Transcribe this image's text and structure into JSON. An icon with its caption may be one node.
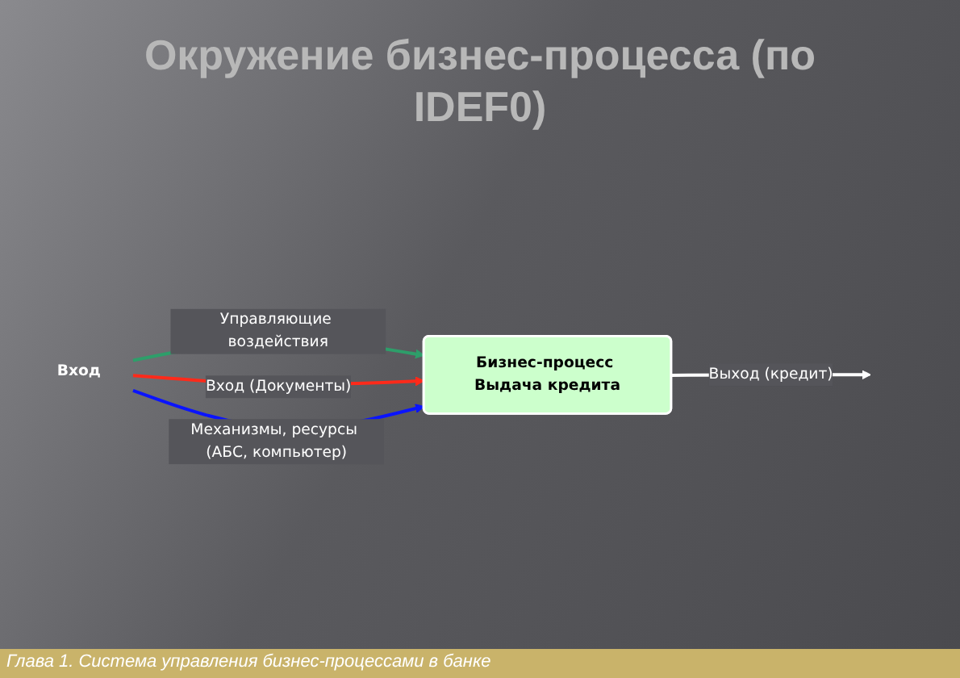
{
  "diagram": {
    "title": "Окружение бизнес-процесса (по IDEF0)",
    "caption": "Глава 1. Система управления бизнес-процессами в банке",
    "nodes": [
      {
        "text": [
          "Вход"
        ]
      },
      {
        "text": [
          "Бизнес-процесс Выдача кредита"
        ]
      }
    ],
    "edges": [
      {
        "from": 0,
        "to": 1,
        "arrow": "to",
        "label": "Управляющие воздействия",
        "color": "#2e9e6a"
      },
      {
        "from": 0,
        "to": 1,
        "arrow": "to",
        "label": "Вход (Документы)",
        "color": "#ff2a1a"
      },
      {
        "from": 0,
        "to": 1,
        "arrow": "to",
        "label": "Механизмы, ресурсы (АБС, компьютер)",
        "color": "#0a14ff"
      },
      {
        "from": 1,
        "to": null,
        "arrow": "to",
        "label": "Выход (кредит)",
        "color": "#ffffff"
      }
    ]
  }
}
